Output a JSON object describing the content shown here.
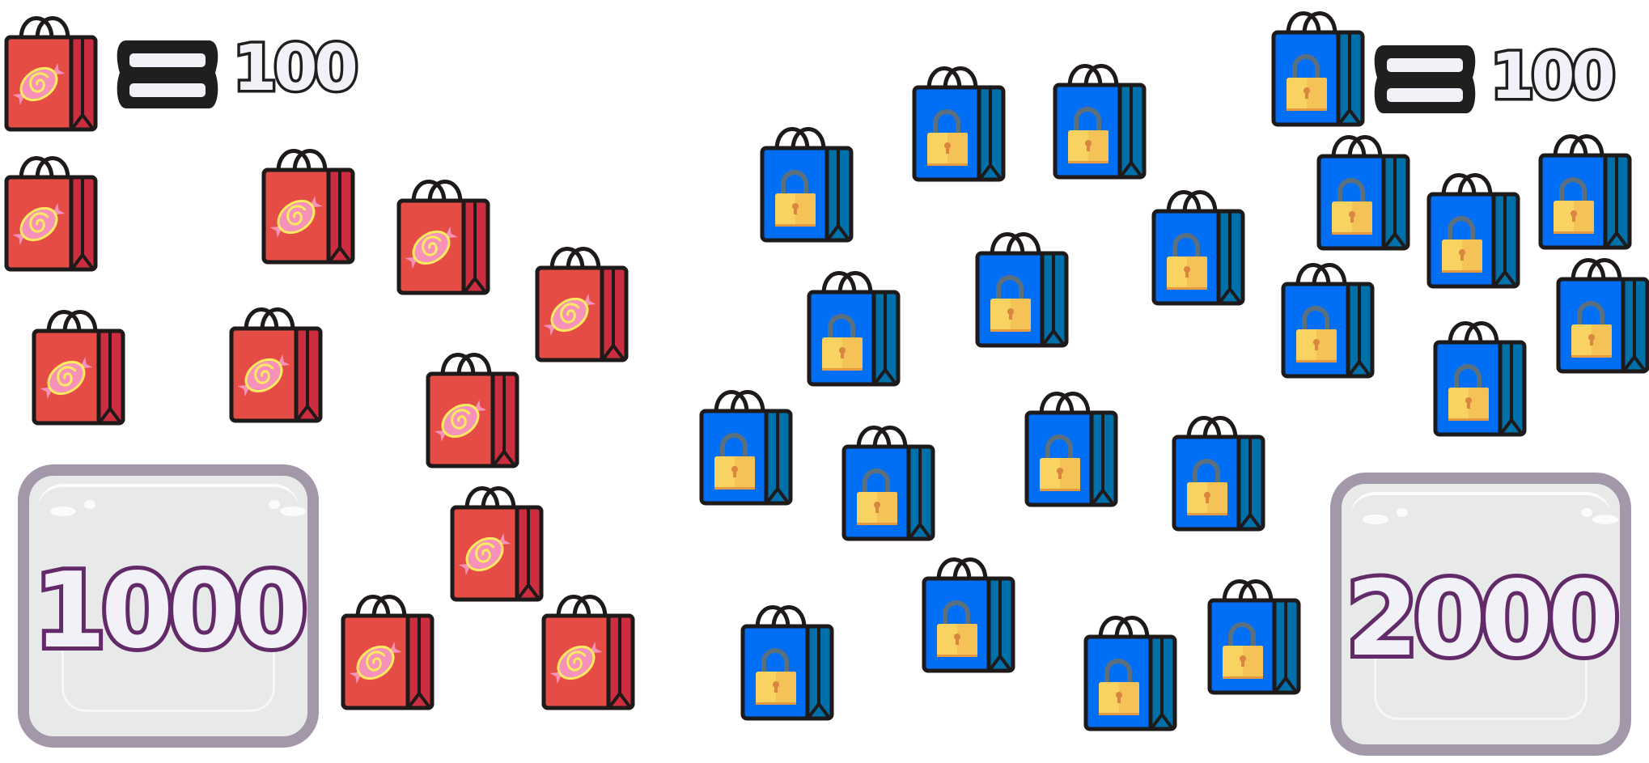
{
  "legend": {
    "red": {
      "item": "candy-bag",
      "value": "100"
    },
    "blue": {
      "item": "lock-bag",
      "value": "100"
    }
  },
  "totals": {
    "red": "1000",
    "blue": "2000"
  },
  "counts": {
    "red_bags": 10,
    "blue_bags": 20
  },
  "colors": {
    "red_bag": "#e64c46",
    "red_bag_side": "#cc2e3f",
    "blue_bag": "#006ff6",
    "blue_bag_side": "#0070ab",
    "lock_body": "#f9d362",
    "lock_shackle": "#5a7080",
    "candy": "#f692ba",
    "candy_swirl": "#fbea5f",
    "outline": "#1f1a1a",
    "total_border": "#a397aa",
    "total_text_outline": "#622a68"
  }
}
